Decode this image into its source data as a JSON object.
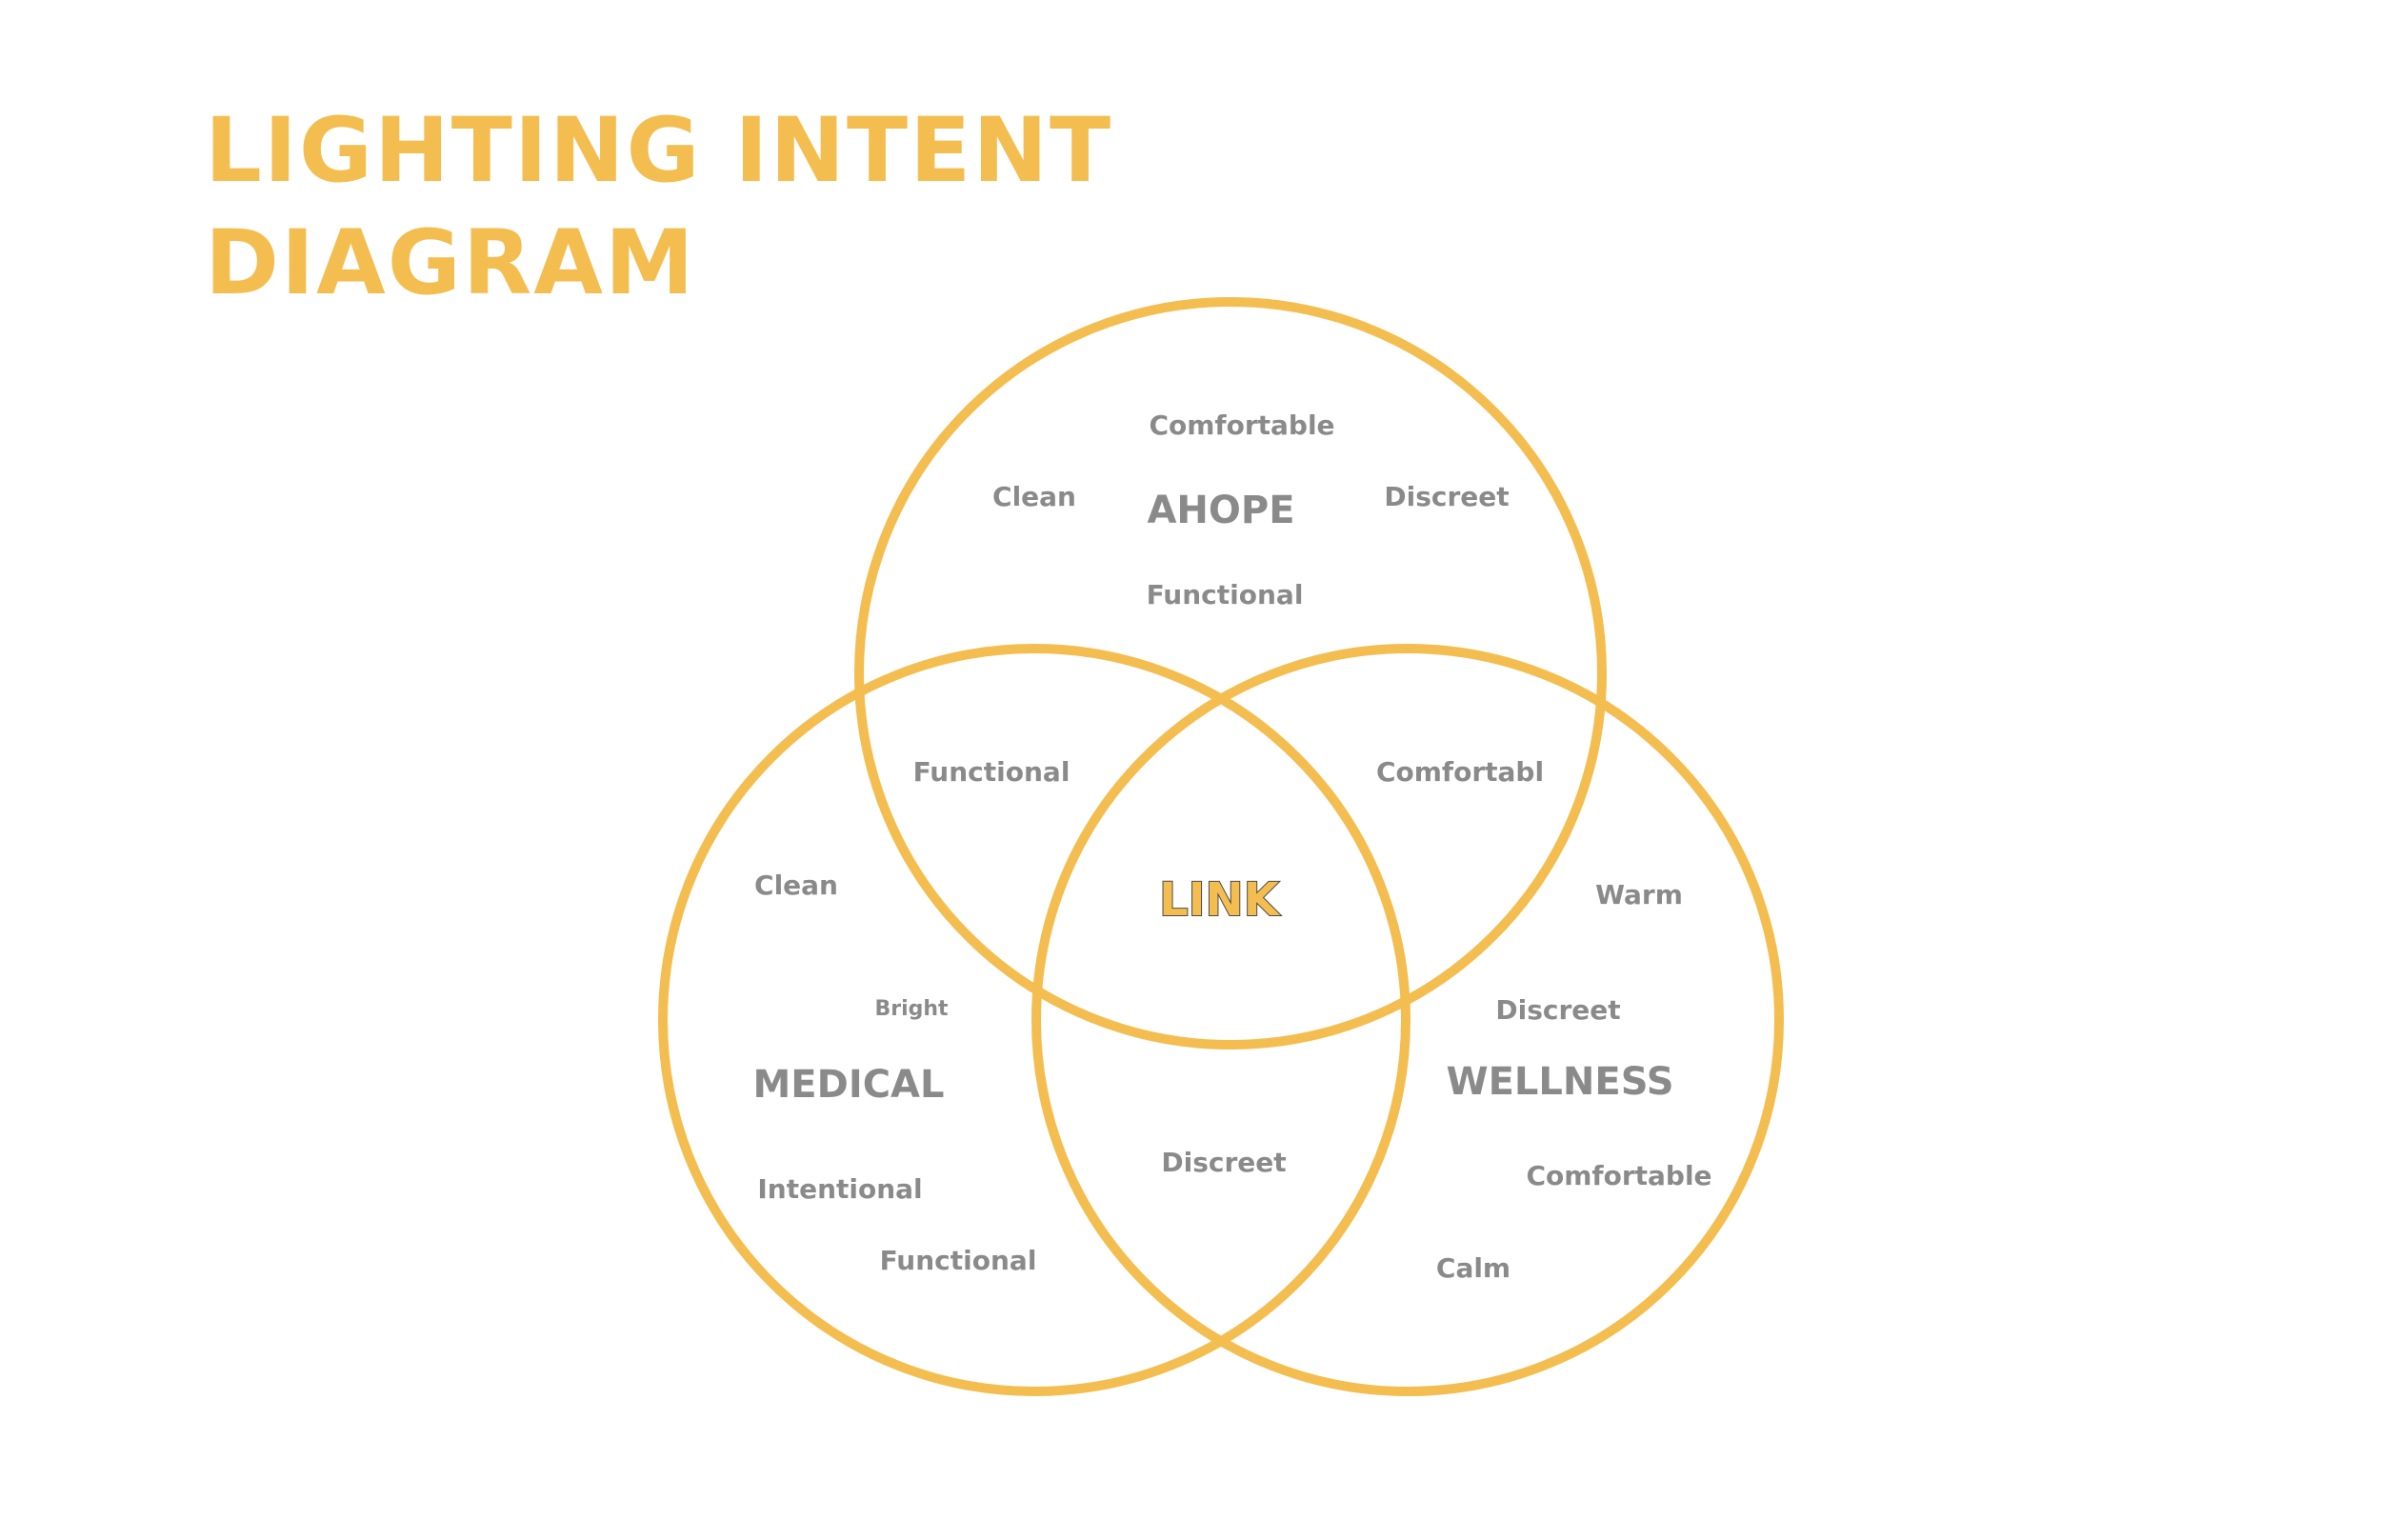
{
  "title": {
    "line1": "LIGHTING INTENT",
    "line2": "DIAGRAM"
  },
  "colors": {
    "accent": "#f4bd50",
    "text": "#8a8a8a",
    "outline": "#4a4a4a"
  },
  "groups": {
    "ahope": "AHOPE",
    "medical": "MEDICAL",
    "wellness": "WELLNESS",
    "center": "LINK"
  },
  "terms": {
    "ahope": {
      "comfortable": "Comfortable",
      "clean": "Clean",
      "discreet": "Discreet",
      "functional": "Functional"
    },
    "ahope_medical": {
      "functional": "Functional"
    },
    "ahope_wellness": {
      "comfortable": "Comfortabl"
    },
    "medical": {
      "clean": "Clean",
      "bright": "Bright",
      "intentional": "Intentional",
      "functional": "Functional"
    },
    "medical_wellness": {
      "discreet": "Discreet"
    },
    "wellness": {
      "warm": "Warm",
      "discreet": "Discreet",
      "comfortable": "Comfortable",
      "calm": "Calm"
    }
  }
}
